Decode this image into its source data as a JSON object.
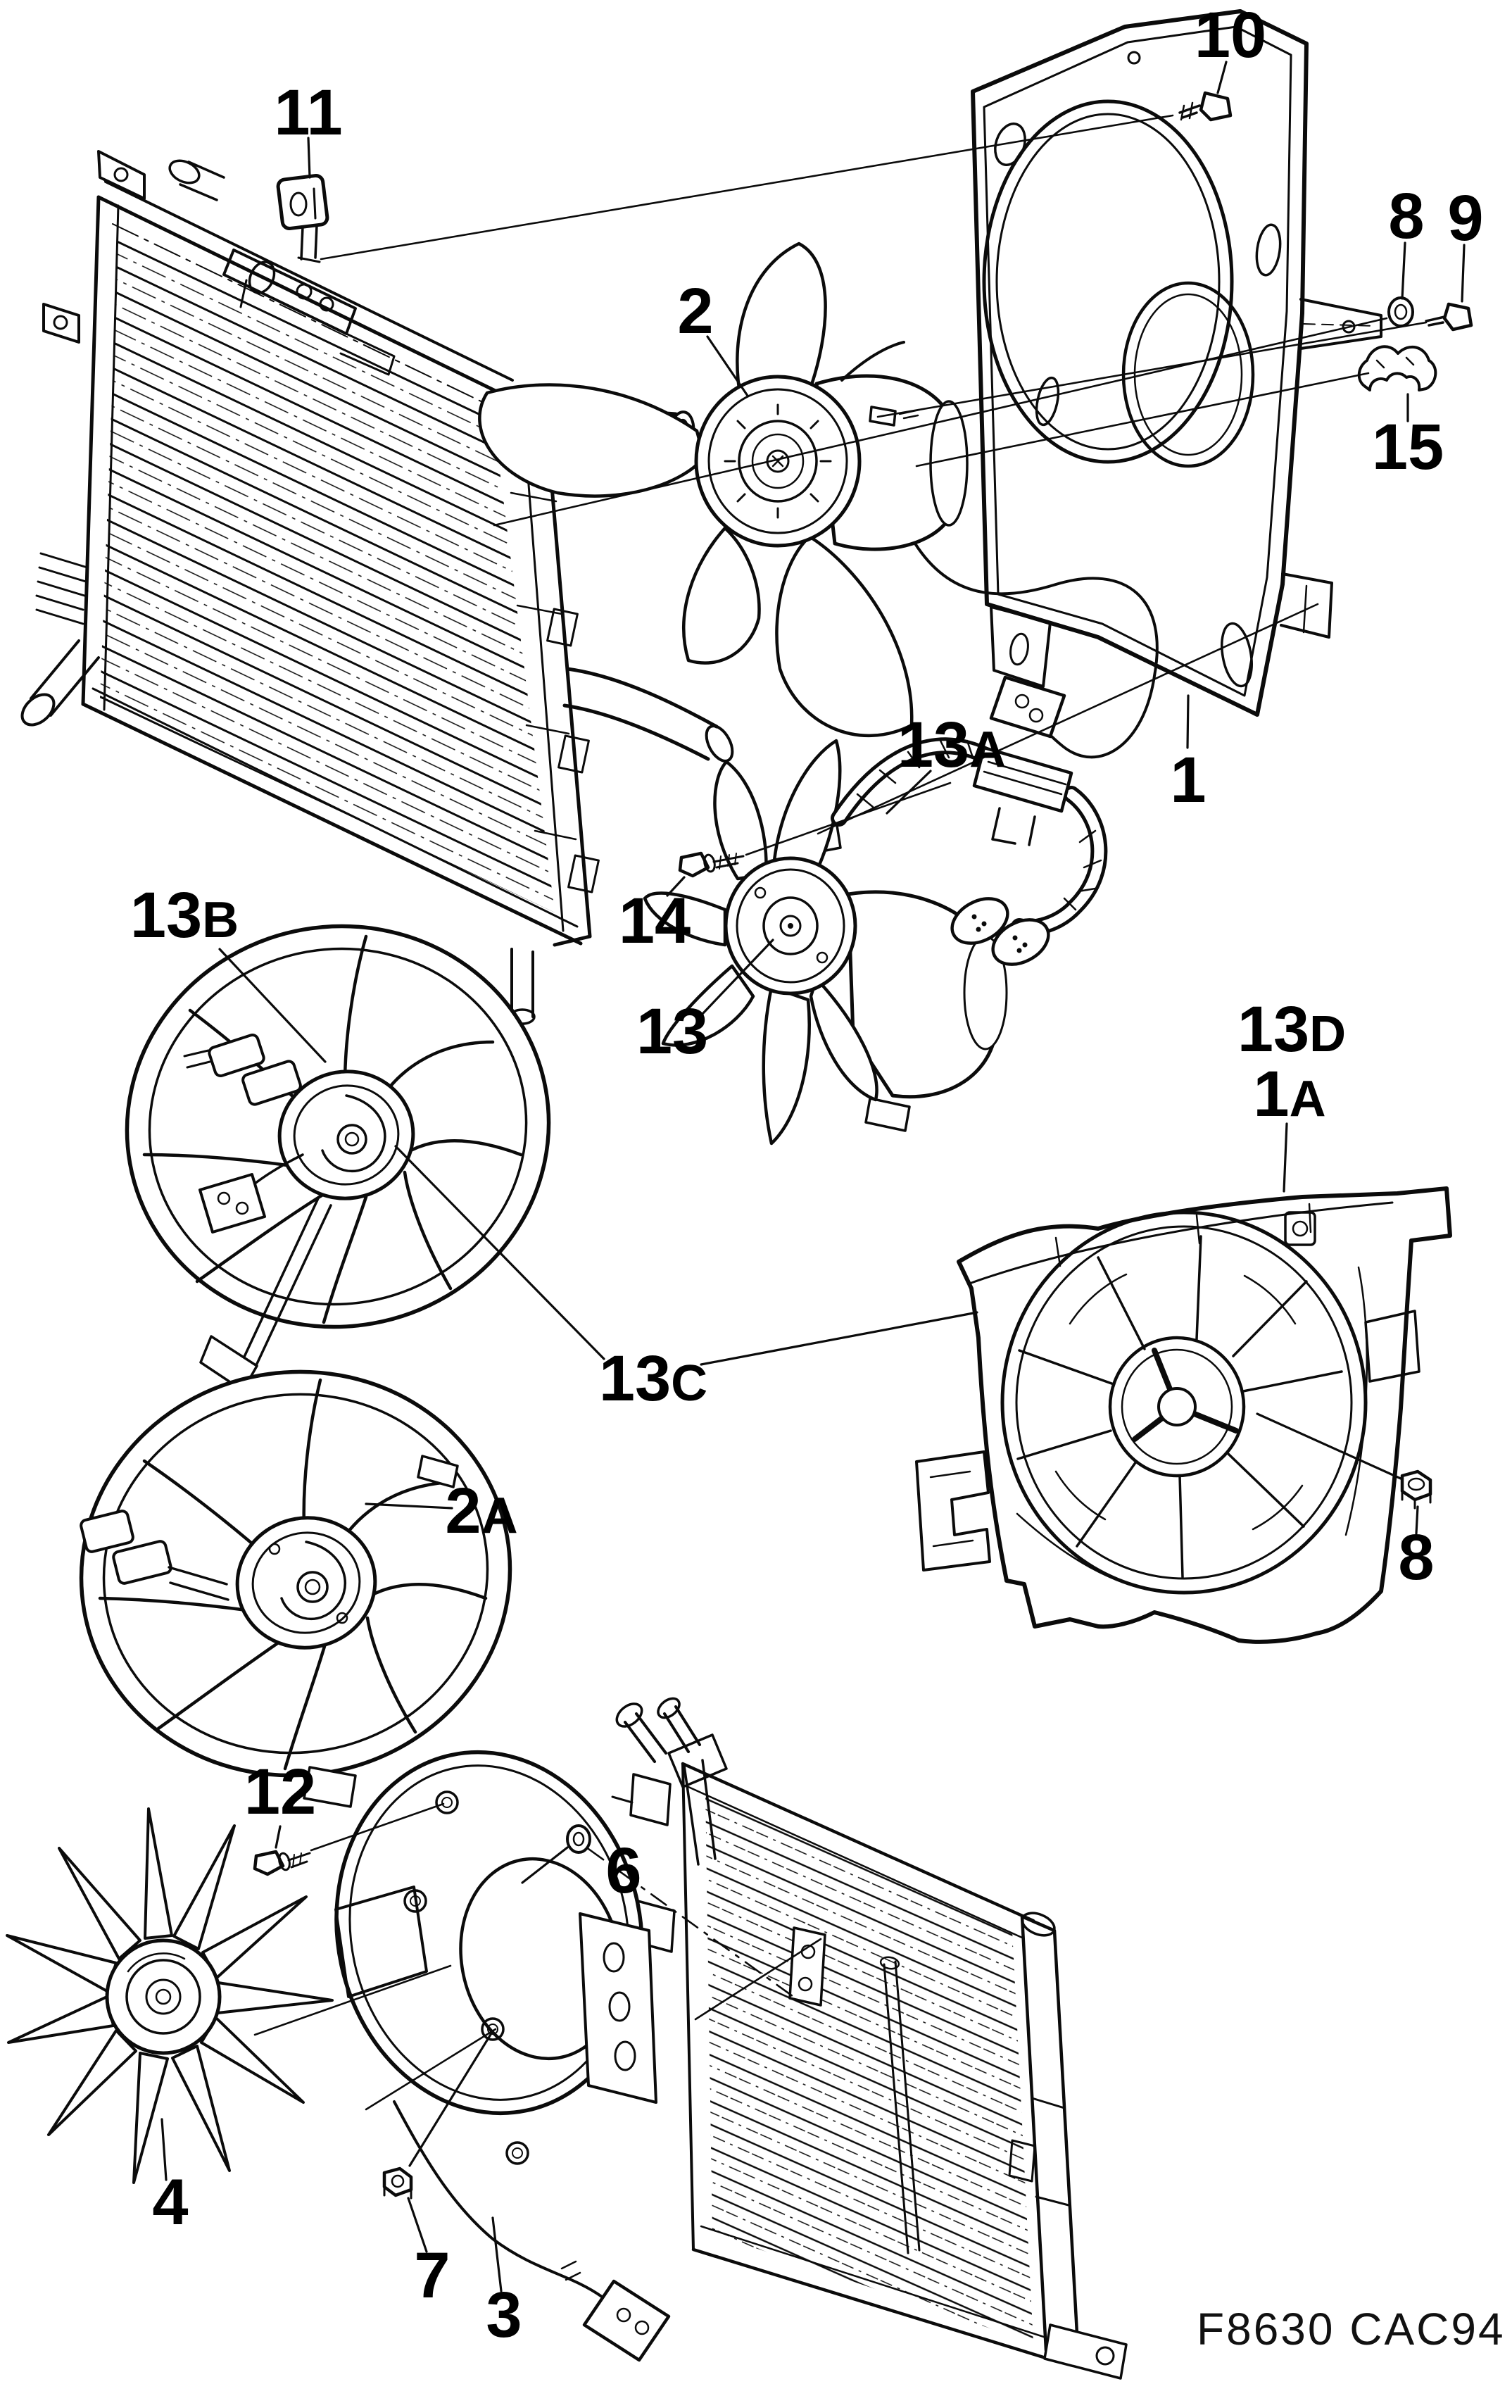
{
  "page": {
    "background": "#ffffff"
  },
  "footer": {
    "code": "F8630 CAC94"
  },
  "callouts": [
    {
      "num": "11",
      "suffix": ""
    },
    {
      "num": "10",
      "suffix": ""
    },
    {
      "num": "8",
      "suffix": ""
    },
    {
      "num": "9",
      "suffix": ""
    },
    {
      "num": "15",
      "suffix": ""
    },
    {
      "num": "2",
      "suffix": ""
    },
    {
      "num": "1",
      "suffix": ""
    },
    {
      "num": "13",
      "suffix": "A"
    },
    {
      "num": "14",
      "suffix": ""
    },
    {
      "num": "13",
      "suffix": ""
    },
    {
      "num": "13",
      "suffix": "B"
    },
    {
      "num": "13",
      "suffix": "C"
    },
    {
      "num": "13",
      "suffix": "D"
    },
    {
      "num": "1",
      "suffix": "A"
    },
    {
      "num": "2",
      "suffix": "A"
    },
    {
      "num": "8",
      "suffix": ""
    },
    {
      "num": "12",
      "suffix": ""
    },
    {
      "num": "6",
      "suffix": ""
    },
    {
      "num": "7",
      "suffix": ""
    },
    {
      "num": "3",
      "suffix": ""
    },
    {
      "num": "4",
      "suffix": ""
    }
  ]
}
